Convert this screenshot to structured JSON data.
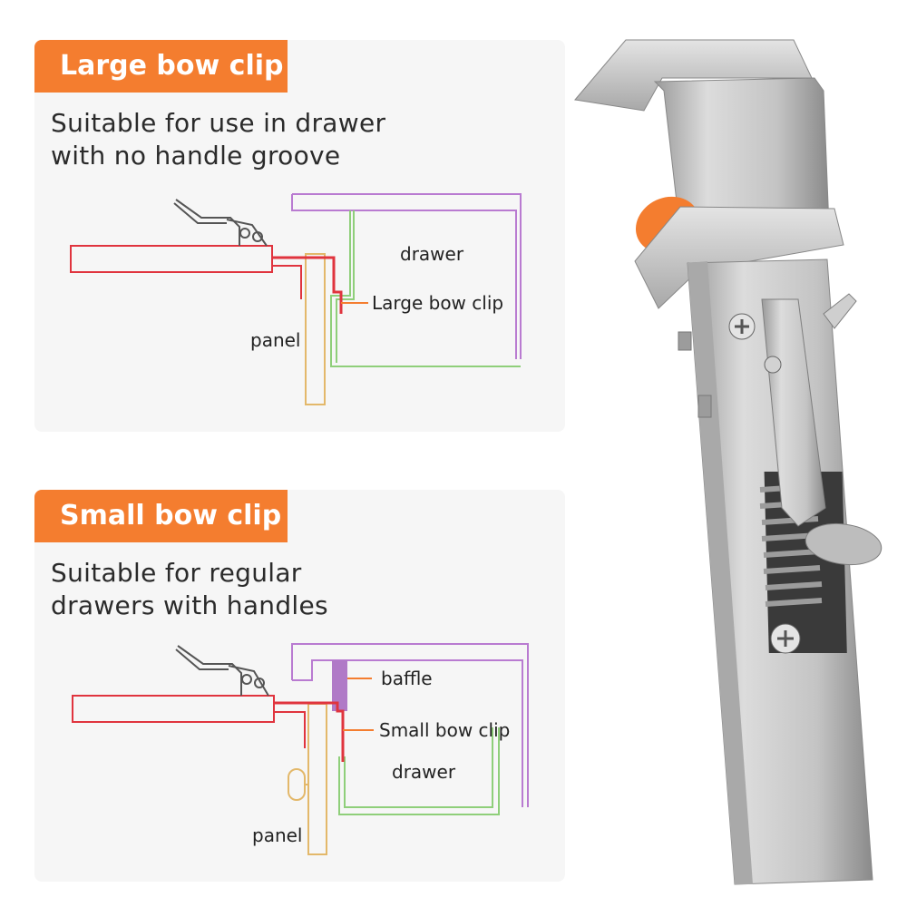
{
  "large": {
    "title": "Large bow clip",
    "desc_line1": "Suitable for use in drawer",
    "desc_line2": "with no handle groove",
    "label_drawer": "drawer",
    "label_clip": "Large bow clip",
    "label_panel": "panel"
  },
  "small": {
    "title": "Small bow clip",
    "desc_line1": "Suitable for regular",
    "desc_line2": "drawers with handles",
    "label_baffle": "baffle",
    "label_clip": "Small bow clip",
    "label_drawer": "drawer",
    "label_panel": "panel"
  },
  "colors": {
    "accent": "#f47d2f",
    "clip": "#e0343e",
    "drawer": "#b97bd1",
    "panel": "#e3b86a",
    "inner": "#8fcf7a",
    "tool": "#555555",
    "baffle": "#b07ac7"
  }
}
